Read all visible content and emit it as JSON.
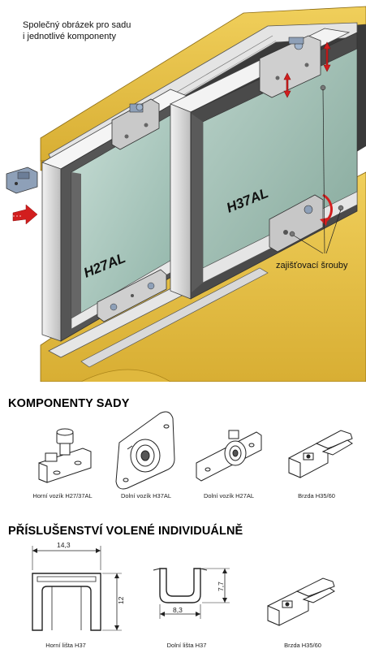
{
  "caption": {
    "line1": "Společný obrázek pro sadu",
    "line2": "i jednotlivé komponenty"
  },
  "hero": {
    "left_panel_label": "H27AL",
    "right_panel_label": "H37AL",
    "screws_callout": "zajišťovací šrouby"
  },
  "section_kit": {
    "title": "KOMPONENTY SADY",
    "items": [
      {
        "label": "Horní vozík H27/37AL"
      },
      {
        "label": "Dolní vozík H37AL"
      },
      {
        "label": "Dolní vozík H27AL"
      },
      {
        "label": "Brzda H35/60"
      }
    ]
  },
  "section_accessories": {
    "title": "PŘÍSLUŠENSTVÍ VOLENÉ INDIVIDUÁLNĚ",
    "items": [
      {
        "label": "Horní lišta H37",
        "width_dim": "14,3",
        "height_dim": "12"
      },
      {
        "label": "Dolní lišta H37",
        "width_dim": "8,3",
        "height_dim": "7,7"
      },
      {
        "label": "Brzda H35/60"
      }
    ]
  },
  "colors": {
    "wood": "#e8c24a",
    "wood_dark": "#b38a1c",
    "frame_gray": "#cfcfcf",
    "glass": "#a9c7bd",
    "arrow_red": "#d21e1e",
    "line": "#333333"
  }
}
